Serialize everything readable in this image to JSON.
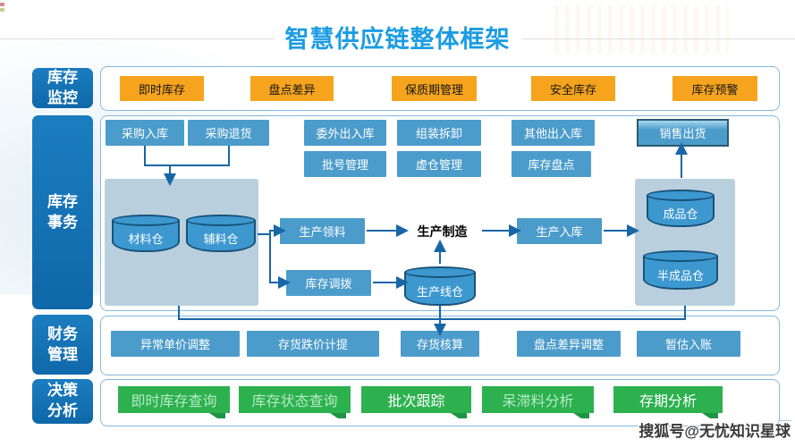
{
  "title": "智慧供应链整体框架",
  "watermark": "搜狐号@无忧知识星球",
  "sidebar": {
    "monitor": "库存\n监控",
    "transaction": "库存\n事务",
    "finance": "财务\n管理",
    "decision": "决策\n分析"
  },
  "monitor_row": [
    "即时库存",
    "盘点差异",
    "保质期管理",
    "安全库存",
    "库存预警"
  ],
  "transaction": {
    "row1": [
      "采购入库",
      "采购退货",
      "委外出入库",
      "组装拆卸",
      "其他出入库"
    ],
    "sales_shipment": "销售出货",
    "row2": [
      "批号管理",
      "虚仓管理",
      "库存盘点"
    ],
    "material_warehouse": "材料仓",
    "auxiliary_warehouse": "辅料仓",
    "production_picking": "生产领料",
    "production_manufacturing": "生产制造",
    "production_inbound": "生产入库",
    "inventory_transfer": "库存调拨",
    "production_line_warehouse": "生产线仓",
    "finished_warehouse": "成品仓",
    "semi_finished_warehouse": "半成品仓"
  },
  "finance_row": [
    "异常单价调整",
    "存货跌价计提",
    "存货核算",
    "盘点差异调整",
    "暂估入账"
  ],
  "decision_row": [
    "即时库存查询",
    "库存状态查询",
    "批次跟踪",
    "呆滞料分析",
    "存期分析"
  ],
  "colors": {
    "title": "#1b9ce3",
    "sidebar_blue": "#1271b3",
    "node_blue": "#4c9ccb",
    "node_orange": "#f6a41d",
    "node_green": "#2cb14e",
    "container_border": "#85b9dc",
    "warehouse_panel": "#b9cfdd",
    "cylinder_fill": "#3d98d0",
    "cylinder_stroke": "#185379",
    "connector": "#1766a6"
  }
}
